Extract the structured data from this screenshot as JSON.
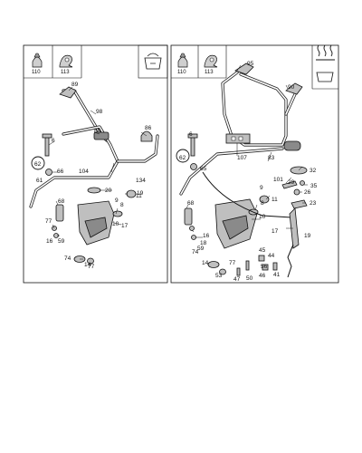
{
  "left_panel": {
    "icon_labels": [
      "110",
      "113"
    ],
    "callouts": [
      "89",
      "98",
      "80",
      "86",
      "6",
      "62",
      "66",
      "104",
      "20",
      "134",
      "19",
      "11",
      "68",
      "9",
      "77",
      "61",
      "8",
      "10",
      "17",
      "16",
      "59",
      "74",
      "14",
      "77"
    ]
  },
  "right_panel": {
    "icon_labels": [
      "110",
      "113"
    ],
    "callouts": [
      "95",
      "90",
      "107",
      "6",
      "62",
      "65",
      "83",
      "32",
      "101",
      "29",
      "35",
      "26",
      "23",
      "11",
      "9",
      "8",
      "10",
      "17",
      "68",
      "16",
      "18",
      "59",
      "74",
      "45",
      "44",
      "56",
      "14",
      "77",
      "53",
      "47",
      "50",
      "41",
      "46",
      "19"
    ]
  }
}
